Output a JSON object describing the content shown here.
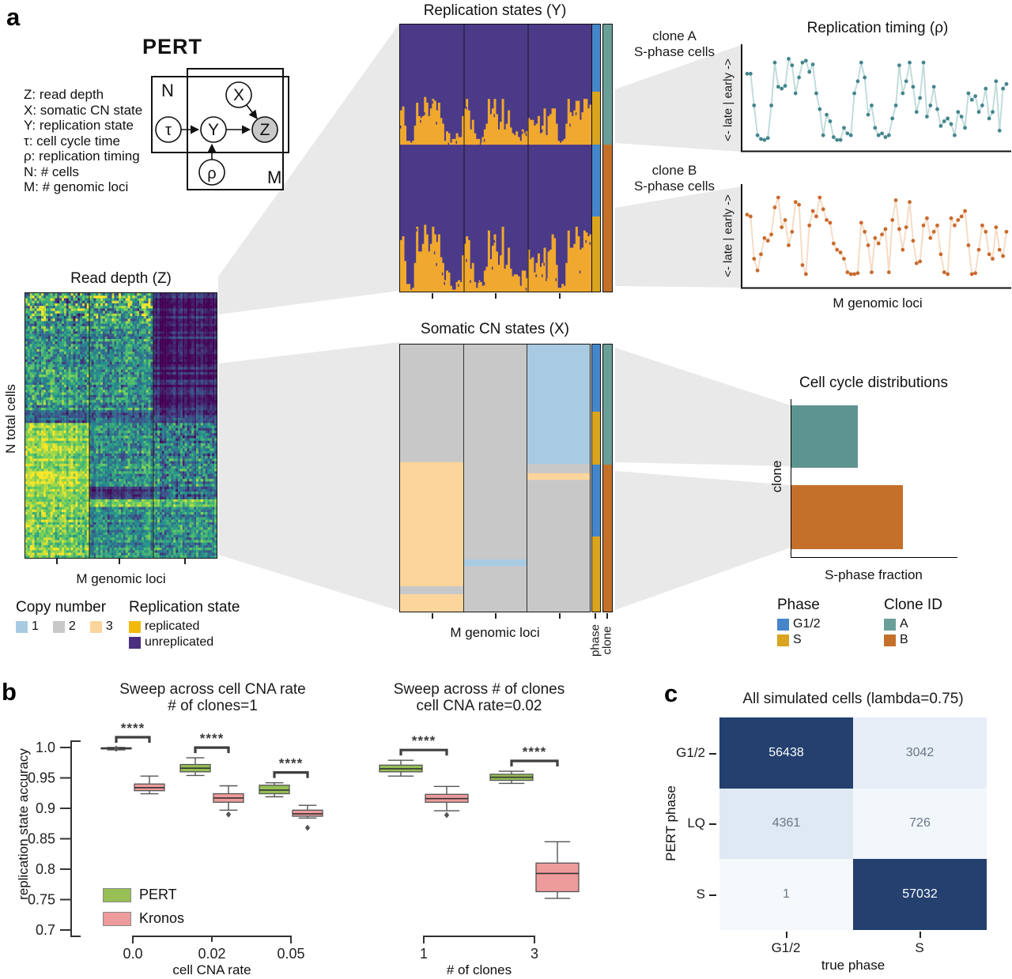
{
  "colors": {
    "replicated_yellow": "#f0a82f",
    "unreplicated_purple": "#4a3a87",
    "legend_replicated": "#f2b90d",
    "legend_unreplicated": "#4a2e80",
    "phase_blue": "#4585c9",
    "phase_gold": "#d9a41f",
    "clone_a_teal": "#6a9e99",
    "clone_b_orange": "#c4702b",
    "cycle_a_bar": "#5e948f",
    "cycle_b_bar": "#c4702b",
    "cn1_blue": "#a8cbe2",
    "cn2_gray": "#c8c8c8",
    "cn3_peach": "#fbd59b",
    "pert_green": "#97bf54",
    "kronos_pink": "#ee9b9b",
    "timing_a_line": "#c2dcdc",
    "timing_a_dot": "#43858d",
    "timing_b_line": "#f6dcc6",
    "timing_b_dot": "#c96a2d",
    "navy": "#24406f",
    "connector_gray": "#e9e9e9"
  },
  "panel_a": {
    "label": "a",
    "pert_diagram": {
      "title": "PERT",
      "plate_n_label": "N",
      "plate_m_label": "M",
      "node_x": "X",
      "node_y": "Y",
      "node_z": "Z",
      "node_tau": "τ",
      "node_rho": "ρ",
      "definitions": [
        "Z: read depth",
        "X: somatic CN state",
        "Y: replication state",
        "τ: cell cycle time",
        "ρ: replication timing",
        "N: # cells",
        "M: # genomic loci"
      ]
    },
    "read_depth": {
      "title": "Read depth (Z)",
      "ylabel": "N total cells",
      "xlabel": "M genomic loci"
    },
    "rep_states": {
      "title": "Replication states (Y)"
    },
    "cn_states": {
      "title": "Somatic CN states (X)",
      "xlabel": "M genomic loci",
      "phase_label": "phase",
      "clone_label": "clone"
    },
    "timing": {
      "title": "Replication timing (ρ)",
      "ylabel": "<- late | early ->",
      "xlabel": "M genomic loci",
      "clone_a_line1": "clone A",
      "clone_a_line2": "S-phase cells",
      "clone_b_line1": "clone B",
      "clone_b_line2": "S-phase cells"
    },
    "cycle": {
      "title": "Cell cycle distributions",
      "ylabel": "clone",
      "xlabel": "S-phase fraction"
    },
    "legend_copy_number": {
      "title": "Copy number",
      "items": [
        {
          "label": "1",
          "color": "#a8cbe2"
        },
        {
          "label": "2",
          "color": "#c8c8c8"
        },
        {
          "label": "3",
          "color": "#fbd59b"
        }
      ]
    },
    "legend_rep_state": {
      "title": "Replication state",
      "items": [
        {
          "label": "replicated",
          "color": "#f2b90d"
        },
        {
          "label": "unreplicated",
          "color": "#4a2e80"
        }
      ]
    },
    "legend_phase": {
      "title": "Phase",
      "items": [
        {
          "label": "G1/2",
          "color": "#4585c9"
        },
        {
          "label": "S",
          "color": "#d9a41f"
        }
      ]
    },
    "legend_clone": {
      "title": "Clone ID",
      "items": [
        {
          "label": "A",
          "color": "#6a9e99"
        },
        {
          "label": "B",
          "color": "#c4702b"
        }
      ]
    }
  },
  "panel_b": {
    "label": "b",
    "ylabel": "replication state accuracy",
    "significance": "****",
    "legend": [
      {
        "label": "PERT",
        "color": "#97bf54"
      },
      {
        "label": "Kronos",
        "color": "#ee9b9b"
      }
    ],
    "left": {
      "title_line1": "Sweep across cell CNA rate",
      "title_line2": "# of clones=1",
      "xlabel": "cell CNA rate"
    },
    "right": {
      "title_line1": "Sweep across # of clones",
      "title_line2": "cell CNA rate=0.02",
      "xlabel": "# of clones"
    }
  },
  "panel_c": {
    "label": "c",
    "title": "All simulated cells (lambda=0.75)",
    "ylabel": "PERT phase",
    "xlabel": "true phase"
  },
  "chart_data": [
    {
      "id": "read_depth",
      "type": "heatmap",
      "title": "Read depth (Z)",
      "xlabel": "M genomic loci",
      "ylabel": "N total cells",
      "description": "viridis-style read-depth matrix; 3 locus column blocks separated by dark lines; row blocks reflect clone A (top, CN-loss dark right block) and clone B (bottom, CN-gain bright left block)",
      "col_sections": 3,
      "zones": [
        {
          "r0": 0.0,
          "r1": 0.1,
          "base": [
            0.6,
            0.58,
            0.08
          ],
          "spread": [
            0.85,
            0.8,
            0.12
          ]
        },
        {
          "r0": 0.1,
          "r1": 0.44,
          "base": [
            0.52,
            0.5,
            0.08
          ],
          "spread": [
            0.55,
            0.5,
            0.12
          ]
        },
        {
          "r0": 0.44,
          "r1": 0.49,
          "base": [
            0.33,
            0.32,
            0.2
          ],
          "spread": [
            0.3,
            0.3,
            0.2
          ]
        },
        {
          "r0": 0.49,
          "r1": 0.73,
          "base": [
            0.86,
            0.5,
            0.42
          ],
          "spread": [
            0.3,
            0.45,
            0.55
          ]
        },
        {
          "r0": 0.73,
          "r1": 0.77,
          "base": [
            0.82,
            0.12,
            0.35
          ],
          "spread": [
            0.3,
            0.15,
            0.4
          ]
        },
        {
          "r0": 0.77,
          "r1": 0.8,
          "base": [
            0.78,
            0.75,
            0.72
          ],
          "spread": [
            0.3,
            0.3,
            0.3
          ]
        },
        {
          "r0": 0.8,
          "r1": 1.0,
          "base": [
            0.8,
            0.5,
            0.5
          ],
          "spread": [
            0.4,
            0.4,
            0.45
          ]
        }
      ]
    },
    {
      "id": "rep_states",
      "type": "heatmap",
      "title": "Replication states (Y)",
      "states": [
        "replicated",
        "unreplicated"
      ],
      "bands": [
        {
          "phase": "G1/2",
          "clone": "A",
          "f": 0.25
        },
        {
          "phase": "S",
          "clone": "A",
          "f": 0.2
        },
        {
          "phase": "G1/2",
          "clone": "B",
          "f": 0.27
        },
        {
          "phase": "S",
          "clone": "B",
          "f": 0.28
        }
      ]
    },
    {
      "id": "cn_states",
      "type": "heatmap",
      "title": "Somatic CN states (X)",
      "cn_colors": {
        "1": "#a8cbe2",
        "2": "#c8c8c8",
        "3": "#fbd59b"
      },
      "columns": [
        [
          {
            "cn": 2,
            "f": 0.44
          },
          {
            "cn": 3,
            "f": 0.465
          },
          {
            "cn": 2,
            "f": 0.03
          },
          {
            "cn": 3,
            "f": 0.065
          }
        ],
        [
          {
            "cn": 2,
            "f": 0.805
          },
          {
            "cn": 1,
            "f": 0.025
          },
          {
            "cn": 2,
            "f": 0.17
          }
        ],
        [
          {
            "cn": 1,
            "f": 0.447
          },
          {
            "cn": 2,
            "f": 0.035
          },
          {
            "cn": 3,
            "f": 0.025
          },
          {
            "cn": 2,
            "f": 0.493
          }
        ]
      ]
    },
    {
      "id": "phase_clone_annotation",
      "type": "annotation_bars",
      "phase_segments": [
        {
          "label": "G1/2",
          "f": 0.25
        },
        {
          "label": "S",
          "f": 0.2
        },
        {
          "label": "G1/2",
          "f": 0.27
        },
        {
          "label": "S",
          "f": 0.28
        }
      ],
      "clone_segments": [
        {
          "label": "A",
          "f": 0.45
        },
        {
          "label": "B",
          "f": 0.55
        }
      ]
    },
    {
      "id": "timing_clone_a",
      "type": "line",
      "series_name": "clone A S-phase cells",
      "ylabel": "<- late | early ->",
      "xlabel": "M genomic loci",
      "values": [
        0.76,
        0.76,
        0.42,
        0.1,
        0.06,
        0.05,
        0.07,
        0.42,
        0.88,
        0.62,
        0.6,
        0.63,
        0.92,
        0.85,
        0.55,
        0.72,
        0.88,
        0.9,
        0.78,
        0.86,
        0.55,
        0.38,
        0.1,
        0.32,
        0.25,
        0.08,
        0.05,
        0.05,
        0.18,
        0.12,
        0.1,
        0.55,
        0.68,
        0.88,
        0.72,
        0.32,
        0.42,
        0.18,
        0.1,
        0.12,
        0.08,
        0.1,
        0.28,
        0.42,
        0.85,
        0.55,
        0.68,
        0.88,
        0.62,
        0.35,
        0.5,
        0.88,
        0.3,
        0.42,
        0.62,
        0.38,
        0.2,
        0.25,
        0.28,
        0.22,
        0.1,
        0.35,
        0.3,
        0.18,
        0.55,
        0.48,
        0.52,
        0.35,
        0.42,
        0.6,
        0.28,
        0.35,
        0.68,
        0.15,
        0.6,
        0.65
      ]
    },
    {
      "id": "timing_clone_b",
      "type": "line",
      "series_name": "clone B S-phase cells",
      "ylabel": "<- late | early ->",
      "xlabel": "M genomic loci",
      "values": [
        0.74,
        0.72,
        0.25,
        0.12,
        0.3,
        0.48,
        0.45,
        0.52,
        0.82,
        0.93,
        0.6,
        0.68,
        0.4,
        0.55,
        0.88,
        0.85,
        0.18,
        0.08,
        0.62,
        0.78,
        0.72,
        0.93,
        0.8,
        0.68,
        0.65,
        0.42,
        0.35,
        0.32,
        0.25,
        0.1,
        0.08,
        0.08,
        0.09,
        0.65,
        0.55,
        0.4,
        0.1,
        0.48,
        0.42,
        0.52,
        0.58,
        0.1,
        0.68,
        0.9,
        0.58,
        0.35,
        0.6,
        0.88,
        0.45,
        0.2,
        0.22,
        0.62,
        0.7,
        0.48,
        0.55,
        0.62,
        0.3,
        0.1,
        0.08,
        0.7,
        0.62,
        0.68,
        0.72,
        0.78,
        0.4,
        0.08,
        0.09,
        0.35,
        0.62,
        0.55,
        0.3,
        0.25,
        0.6,
        0.35,
        0.28,
        0.55
      ]
    },
    {
      "id": "cell_cycle",
      "type": "bar",
      "orientation": "horizontal",
      "title": "Cell cycle distributions",
      "categories": [
        "A",
        "B"
      ],
      "values": [
        0.41,
        0.69
      ],
      "xlabel": "S-phase fraction",
      "ylabel": "clone"
    },
    {
      "id": "sweep_cna",
      "type": "box",
      "title": "Sweep across cell CNA rate # of clones=1",
      "xlabel": "cell CNA rate",
      "ylabel": "replication state accuracy",
      "ylim": [
        0.7,
        1.0
      ],
      "y_ticks": [
        {
          "label": "1.0",
          "v": 1.0
        },
        {
          "label": "0.95",
          "v": 0.95
        },
        {
          "label": "0.9",
          "v": 0.9
        },
        {
          "label": "0.85",
          "v": 0.85
        },
        {
          "label": "0.8",
          "v": 0.8
        },
        {
          "label": "0.75",
          "v": 0.75
        },
        {
          "label": "0.7",
          "v": 0.7
        }
      ],
      "categories": [
        "0.0",
        "0.02",
        "0.05"
      ],
      "series": [
        {
          "name": "PERT",
          "boxes": [
            {
              "lo": 0.996,
              "q1": 0.9985,
              "med": 0.999,
              "q3": 0.9995,
              "hi": 1.0,
              "fliers": [
                0.998
              ]
            },
            {
              "lo": 0.954,
              "q1": 0.96,
              "med": 0.966,
              "q3": 0.972,
              "hi": 0.983,
              "fliers": []
            },
            {
              "lo": 0.919,
              "q1": 0.924,
              "med": 0.93,
              "q3": 0.938,
              "hi": 0.942,
              "fliers": []
            }
          ]
        },
        {
          "name": "Kronos",
          "boxes": [
            {
              "lo": 0.924,
              "q1": 0.929,
              "med": 0.934,
              "q3": 0.94,
              "hi": 0.953,
              "fliers": []
            },
            {
              "lo": 0.897,
              "q1": 0.91,
              "med": 0.917,
              "q3": 0.924,
              "hi": 0.937,
              "fliers": [
                0.89
              ]
            },
            {
              "lo": 0.884,
              "q1": 0.887,
              "med": 0.891,
              "q3": 0.897,
              "hi": 0.905,
              "fliers": [
                0.868
              ]
            }
          ]
        }
      ],
      "significance": [
        "****",
        "****",
        "****"
      ]
    },
    {
      "id": "sweep_clones",
      "type": "box",
      "title": "Sweep across # of clones cell CNA rate=0.02",
      "xlabel": "# of clones",
      "ylim": [
        0.7,
        1.0
      ],
      "categories": [
        "1",
        "3"
      ],
      "series": [
        {
          "name": "PERT",
          "boxes": [
            {
              "lo": 0.953,
              "q1": 0.96,
              "med": 0.965,
              "q3": 0.971,
              "hi": 0.979,
              "fliers": []
            },
            {
              "lo": 0.941,
              "q1": 0.946,
              "med": 0.951,
              "q3": 0.956,
              "hi": 0.961,
              "fliers": []
            }
          ]
        },
        {
          "name": "Kronos",
          "boxes": [
            {
              "lo": 0.896,
              "q1": 0.91,
              "med": 0.916,
              "q3": 0.923,
              "hi": 0.936,
              "fliers": [
                0.889
              ]
            },
            {
              "lo": 0.752,
              "q1": 0.763,
              "med": 0.793,
              "q3": 0.81,
              "hi": 0.845,
              "fliers": []
            }
          ]
        }
      ],
      "significance": [
        "****",
        "****"
      ]
    },
    {
      "id": "confusion_matrix",
      "type": "heatmap",
      "title": "All simulated cells (lambda=0.75)",
      "xlabel": "true phase",
      "ylabel": "PERT phase",
      "rows": [
        "G1/2",
        "LQ",
        "S"
      ],
      "cols": [
        "G1/2",
        "S"
      ],
      "values": [
        [
          56438,
          3042
        ],
        [
          4361,
          726
        ],
        [
          1,
          57032
        ]
      ],
      "shades": [
        [
          "#24406f",
          "#e7eef7"
        ],
        [
          "#dfe9f4",
          "#f2f7fb"
        ],
        [
          "#f5f9fc",
          "#24406f"
        ]
      ]
    }
  ]
}
